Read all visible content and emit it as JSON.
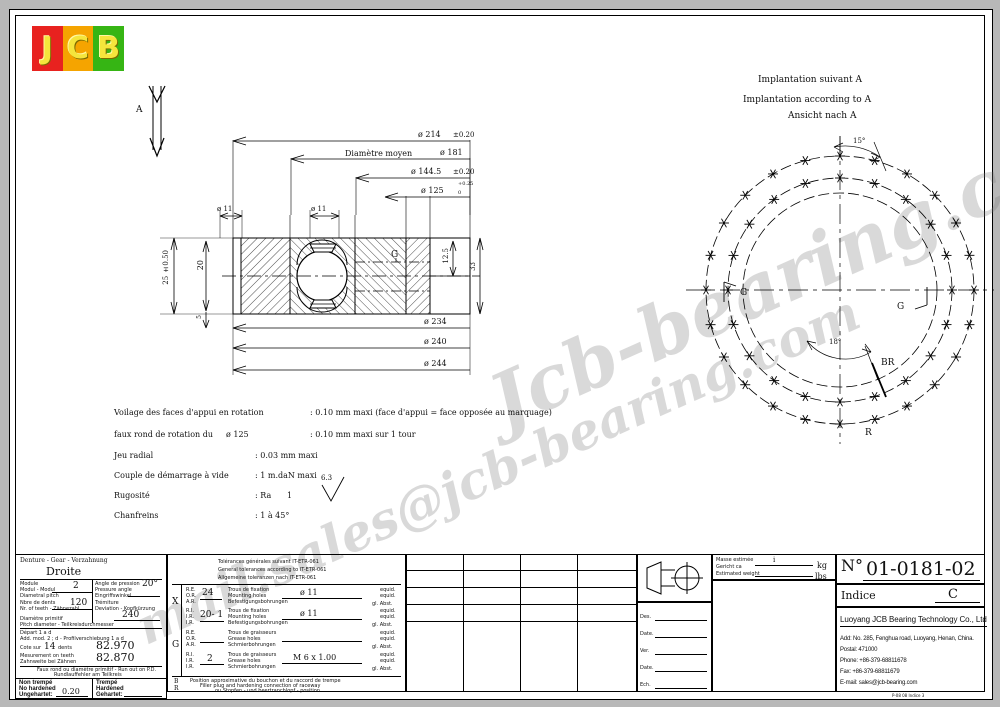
{
  "drawing": {
    "logo": {
      "j": "J",
      "c": "C",
      "b": "B"
    },
    "section_marker": "A",
    "view_header": {
      "fr": "Implantation suivant A",
      "en": "Implantation according to A",
      "de": "Ansicht nach A"
    },
    "dimensions_top": [
      {
        "label": "ø  214",
        "tol": "±0.20"
      },
      {
        "label": "ø  181",
        "prefix": "Diamètre moyen",
        "tol": ""
      },
      {
        "label": "ø  144.5",
        "tol": "±0.20"
      },
      {
        "label": "ø  125",
        "tol_up": "+0.25",
        "tol_dn": "0"
      }
    ],
    "dimensions_small": [
      {
        "label": "ø  11"
      },
      {
        "label": "ø  11"
      }
    ],
    "dimensions_bottom": [
      "ø  234",
      "ø  240",
      "ø  244"
    ],
    "dimensions_vertical": {
      "left_outer": "25 ±0.50",
      "left_inner": "20",
      "left_small": "5",
      "right_inner": "12.5",
      "right_outer": "33"
    },
    "section_labels": {
      "g": "G"
    },
    "circle_view": {
      "angle_top": "15°",
      "angle_bottom": "18°",
      "label_g_left": "G",
      "label_g_right": "G",
      "label_br": "BR",
      "label_r": "R"
    },
    "notes": [
      {
        "text": "Voilage des faces d'appui en rotation",
        "value": ": 0.10 mm maxi (face d'appui = face opposée au marquage)"
      },
      {
        "text": "faux rond de rotation du",
        "mid": "ø        125",
        "value": ": 0.10 mm maxi sur 1 tour"
      },
      {
        "text": "Jeu radial",
        "value": ": 0.03 mm maxi"
      },
      {
        "text": "Couple de démarrage à vide",
        "value": ": 1 m.daN maxi"
      },
      {
        "text": "Rugosité",
        "value": ": Ra",
        "extra": "1"
      },
      {
        "text": "Chanfreins",
        "value": ": 1 à 45°"
      }
    ],
    "roughness_symbol": "6.3"
  },
  "gear_block": {
    "title": "Denture - Gear - Verzahnung",
    "hand": "Droite",
    "rows": [
      {
        "l1": "Module",
        "l2": "Modul - Modul",
        "l3": "Diametral pitch",
        "value": "2"
      },
      {
        "l1": "Nbre de dents",
        "l2": "Nr. of teeth - Zähnezahl",
        "l3": "",
        "value": "120"
      },
      {
        "l1": "Diamètre primitif",
        "l2": "Pitch diameter - Teilkreisdurchmesser",
        "l3": "",
        "value": "240"
      },
      {
        "l1": "Angle de pression",
        "l2": "Pressure angle",
        "l3": "Eingriffswinkel",
        "value": "20°"
      },
      {
        "l1": "Trémiture",
        "l2": "Deviation - Kopfkürzung",
        "l3": "",
        "value": ""
      }
    ],
    "depart": "Départ 1   a   d",
    "add": "Add. mod. 2   ;   d   - Profilverschiebung 1   a                 d",
    "cote_label": "Cote sur",
    "cote_teeth": "14",
    "cote_unit": "dents",
    "cote_value1": "82.970",
    "cote_value2": "82.870",
    "measure_l1": "Mesurement on teeth",
    "measure_l2": "Zahnweite bei Zähnen",
    "runout_l1": "Faux rond ou diamètre primitif - Run out on P.D.",
    "runout_l2": "Rundlauffehler am Teilkreis",
    "hardness_left": {
      "l1": "Non trempé",
      "l2": "No hardened",
      "l3": "Ungehartet:",
      "value": "0.20"
    },
    "hardness_right": {
      "l1": "Trempé",
      "l2": "Hardened",
      "l3": "Gehartet:",
      "value": ""
    }
  },
  "tolerance_block": {
    "lines": [
      "Tolérances générales suivant IT-ETR-061",
      "General tolerances according to IT-ETR-061",
      "Allgemeine toleranzen nach IT-ETR-061"
    ],
    "group_x": "X",
    "group_g": "G",
    "rows": [
      {
        "rr": [
          "R.E.",
          "O.R.",
          "A.R."
        ],
        "count": "24",
        "l1": "Trous de fixation",
        "l2": "Mounting holes",
        "l3": "Befestigungsbohrungen",
        "dim": "ø   11",
        "r1": "equid.",
        "r2": "equid.",
        "r3": "gl. Abst."
      },
      {
        "rr": [
          "R.I.",
          "I.R.",
          "I.R."
        ],
        "count": "20- 1",
        "l1": "Trous de fixation",
        "l2": "Mounting holes",
        "l3": "Befestigungsbohrungen",
        "dim": "ø   11",
        "r1": "equid.",
        "r2": "equid.",
        "r3": "gl. Abst."
      },
      {
        "rr": [
          "R.E.",
          "O.R.",
          "A.R."
        ],
        "count": "",
        "l1": "Trous de graisseurs",
        "l2": "Grease holes",
        "l3": "Schmierbohrungen",
        "dim": "",
        "r1": "equid.",
        "r2": "equid.",
        "r3": "gl. Abst."
      },
      {
        "rr": [
          "R.I.",
          "I.R.",
          "I.R."
        ],
        "count": "2",
        "l1": "Trous de graisseurs",
        "l2": "Grease holes",
        "l3": "Schmierbohrungen",
        "dim": "M 6 x 1.00",
        "r1": "equid.",
        "r2": "equid.",
        "r3": "gl. Abst."
      }
    ],
    "footer_mark": [
      "B",
      "R"
    ],
    "footer_lines": [
      "Position approximative du bouchon et du raccord de trempe",
      "Filler plug  and hardening connection of raceway",
      "ou Stopfen  - und beertranchlopf  - position"
    ]
  },
  "revision_table": {
    "rows": [
      {
        "c1": "",
        "c2": "",
        "c3": "",
        "c4": ""
      },
      {
        "c1": "",
        "c2": "",
        "c3": "",
        "c4": ""
      },
      {
        "c1": "",
        "c2": "",
        "c3": "",
        "c4": ""
      },
      {
        "c1": "",
        "c2": "",
        "c3": "",
        "c4": ""
      }
    ]
  },
  "title_block": {
    "weight": {
      "l1": "Masse estimée",
      "l2": "Gericht ca",
      "l3": "Estimated weight",
      "value": "i",
      "unit1": "kg",
      "unit2": "lbs"
    },
    "number_label": "N°",
    "number": "01-0181-02",
    "indice_label": "Indice",
    "indice": "C",
    "company": "Luoyang JCB Bearing Technology Co., Ltd",
    "address": "Add:  No. 285, Fenghua road, Luoyang, Henan, China.",
    "postal": "Postal: 471000",
    "phone": "Phone: +86-379-68811678",
    "fax": "Fax: +86-379-68811679",
    "email": "E-mail: sales@jcb-bearing.com",
    "sign_rows": [
      "Des.",
      "Date.",
      "Ver.",
      "Date.",
      "Ech."
    ],
    "footer_code": "P-08 08 Indice 3"
  },
  "watermark": {
    "main": "Jcb-bearing.com",
    "sub": "mail:sales@jcb-bearing.com"
  },
  "colors": {
    "logo_red": "#e8221f",
    "logo_orange": "#f5a400",
    "logo_green": "#36b514",
    "logo_text": "#f5e53c",
    "ink": "#000000"
  }
}
